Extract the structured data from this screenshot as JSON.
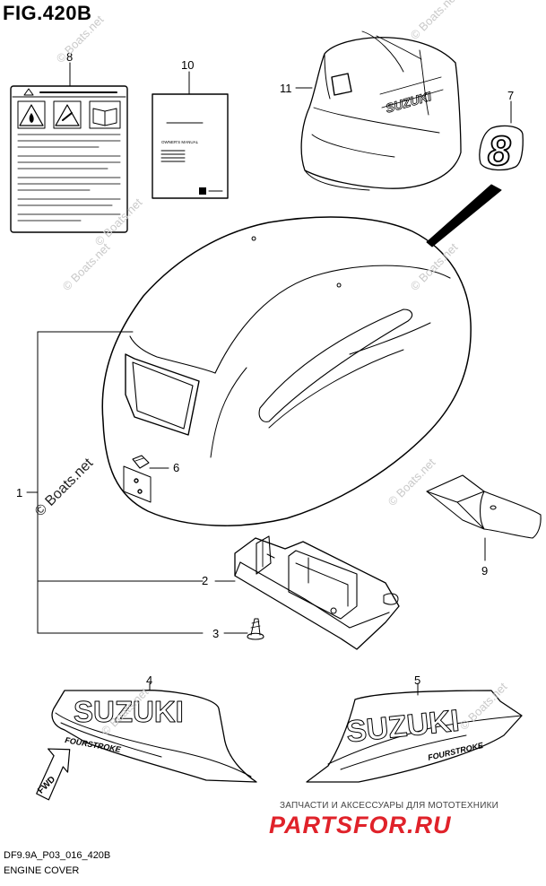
{
  "figure": {
    "title": "FIG.420B",
    "code": "DF9.9A_P03_016_420B",
    "caption": "ENGINE COVER"
  },
  "callouts": [
    "1",
    "2",
    "3",
    "4",
    "5",
    "6",
    "7",
    "8",
    "9",
    "10",
    "11"
  ],
  "labels": {
    "suzuki": "SUZUKI",
    "fourstroke": "FOURSTROKE",
    "fwd": "FWD",
    "decal_number": "8",
    "manual": "OWNER'S MANUAL"
  },
  "watermarks": {
    "boats": "© Boats.net"
  },
  "brand": {
    "tagline": "ЗАПЧАСТИ И АКСЕССУАРЫ ДЛЯ МОТОТЕХНИКИ",
    "logo": "PARTSFOR.RU"
  }
}
